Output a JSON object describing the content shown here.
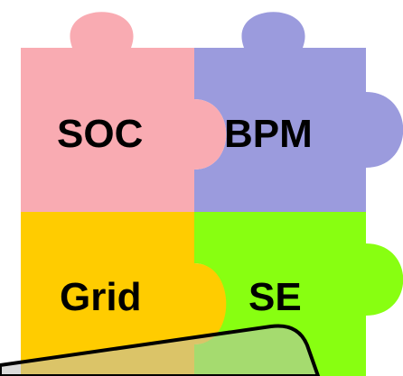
{
  "pieces": {
    "soc": {
      "label": "SOC",
      "color": "#F9ABB2"
    },
    "bpm": {
      "label": "BPM",
      "color": "#9B9BDD"
    },
    "grid": {
      "label": "Grid",
      "color": "#FFCC00"
    },
    "se": {
      "label": "SE",
      "color": "#88FF11"
    }
  },
  "overlay": {
    "fill": "#BDBDBD",
    "stroke": "#000000"
  }
}
